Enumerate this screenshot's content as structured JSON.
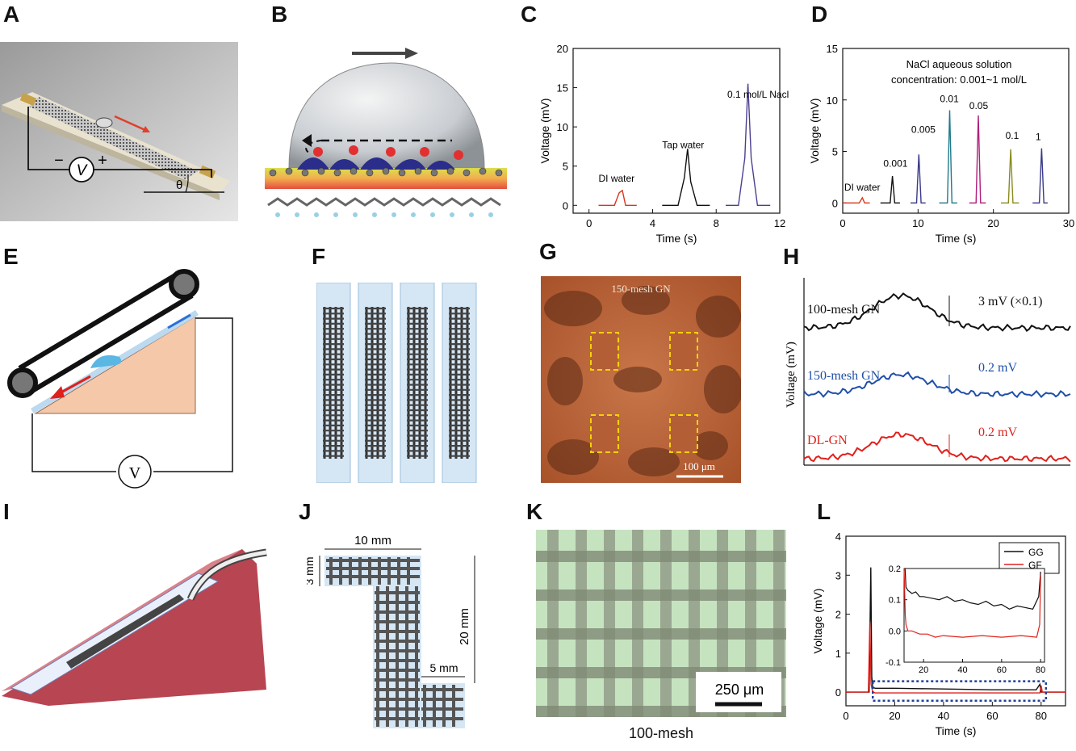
{
  "panel_letters": {
    "A": "A",
    "B": "B",
    "C": "C",
    "D": "D",
    "E": "E",
    "F": "F",
    "G": "G",
    "H": "H",
    "I": "I",
    "J": "J",
    "K": "K",
    "L": "L"
  },
  "panelA": {
    "minus": "−",
    "v": "V",
    "plus": "+",
    "theta": "θ"
  },
  "panelE": {
    "v": "V"
  },
  "panelG": {
    "label": "150-mesh GN",
    "scale": "100 μm"
  },
  "panelH": {
    "ylabel": "Voltage (mV)",
    "traces": [
      {
        "name": "100-mesh GN",
        "ann": "3 mV (×0.1)",
        "color": "#111111"
      },
      {
        "name": "150-mesh GN",
        "ann": "0.2 mV",
        "color": "#1f4fa8"
      },
      {
        "name": "DL-GN",
        "ann": "0.2 mV",
        "color": "#e0201b"
      }
    ]
  },
  "panelJ": {
    "w10": "10 mm",
    "h3": "3 mm",
    "h20": "20 mm",
    "w5": "5 mm"
  },
  "panelK": {
    "scale": "250 μm",
    "caption": "100-mesh"
  },
  "chart_data": [
    {
      "panel": "C",
      "type": "line",
      "xlabel": "Time (s)",
      "ylabel": "Voltage (mV)",
      "xlim": [
        -1,
        12
      ],
      "ylim": [
        -1,
        20
      ],
      "xticks": [
        0,
        4,
        8,
        12
      ],
      "yticks": [
        0,
        5,
        10,
        15,
        20
      ],
      "series": [
        {
          "name": "DI water",
          "color": "#d8361d",
          "label_x": 0.6,
          "label_y": 3.0,
          "x": [
            0.6,
            1.6,
            1.9,
            2.1,
            2.3,
            3.0
          ],
          "y": [
            0,
            0,
            1.6,
            1.9,
            0,
            0
          ]
        },
        {
          "name": "Tap water",
          "color": "#111111",
          "label_x": 4.6,
          "label_y": 7.3,
          "x": [
            4.6,
            5.6,
            6.0,
            6.2,
            6.4,
            6.8,
            7.6
          ],
          "y": [
            0,
            0,
            3.5,
            7.2,
            3.0,
            0,
            0
          ]
        },
        {
          "name": "0.1 mol/L Nacl",
          "color": "#4a3f91",
          "label_x": 8.7,
          "label_y": 13.7,
          "x": [
            8.6,
            9.4,
            9.8,
            10.0,
            10.2,
            10.6,
            11.4
          ],
          "y": [
            0,
            0,
            6,
            15.5,
            6,
            0,
            0
          ]
        }
      ]
    },
    {
      "panel": "D",
      "type": "line",
      "xlabel": "Time (s)",
      "ylabel": "Voltage (mV)",
      "xlim": [
        0,
        30
      ],
      "ylim": [
        -1,
        15
      ],
      "xticks": [
        0,
        10,
        20,
        30
      ],
      "yticks": [
        0,
        5,
        10,
        15
      ],
      "annotation": [
        "NaCl aqueous solution",
        "concentration: 0.001~1 mol/L"
      ],
      "series": [
        {
          "name": "DI water",
          "color": "#d8361d",
          "label_x": 0.2,
          "label_y": 1.2,
          "x": [
            0,
            2.2,
            2.6,
            2.9,
            3.6
          ],
          "y": [
            0,
            0,
            0.5,
            0,
            0
          ]
        },
        {
          "name": "0.001",
          "color": "#111111",
          "label_x": 5.4,
          "label_y": 3.5,
          "x": [
            5.0,
            6.3,
            6.6,
            6.9,
            7.6
          ],
          "y": [
            0,
            0,
            2.6,
            0,
            0
          ]
        },
        {
          "name": "0.005",
          "color": "#3a3a8a",
          "label_x": 9.1,
          "label_y": 6.8,
          "x": [
            9.0,
            9.8,
            10.1,
            10.4,
            11.0
          ],
          "y": [
            0,
            0,
            4.7,
            0,
            0
          ]
        },
        {
          "name": "0.01",
          "color": "#1f7a8c",
          "label_x": 12.9,
          "label_y": 9.8,
          "x": [
            12.8,
            13.9,
            14.2,
            14.5,
            15.2
          ],
          "y": [
            0,
            0,
            9.0,
            0,
            0
          ]
        },
        {
          "name": "0.05",
          "color": "#b01f7a",
          "label_x": 16.8,
          "label_y": 9.1,
          "x": [
            16.8,
            17.7,
            18.0,
            18.3,
            19.0
          ],
          "y": [
            0,
            0,
            8.5,
            0,
            0
          ]
        },
        {
          "name": "0.1",
          "color": "#8a8a1f",
          "label_x": 21.6,
          "label_y": 6.2,
          "x": [
            21.0,
            22.0,
            22.3,
            22.6,
            23.4
          ],
          "y": [
            0,
            0,
            5.2,
            0,
            0
          ]
        },
        {
          "name": "1",
          "color": "#3a3a8a",
          "label_x": 25.6,
          "label_y": 6.1,
          "x": [
            25.2,
            26.1,
            26.4,
            26.7,
            27.2
          ],
          "y": [
            0,
            0,
            5.3,
            0,
            0
          ]
        }
      ]
    },
    {
      "panel": "L",
      "type": "line",
      "xlabel": "Time (s)",
      "ylabel": "Voltage (mV)",
      "xlim": [
        0,
        90
      ],
      "ylim": [
        -0.35,
        4
      ],
      "xticks": [
        0,
        20,
        40,
        60,
        80
      ],
      "yticks": [
        0,
        1,
        2,
        3,
        4
      ],
      "series": [
        {
          "name": "GG",
          "color": "#111111",
          "x": [
            0,
            9.5,
            10.2,
            10.6,
            11,
            12,
            20,
            30,
            40,
            50,
            60,
            70,
            78,
            79.5,
            80,
            81,
            90
          ],
          "y": [
            0,
            0,
            3.2,
            0.4,
            0.12,
            0.1,
            0.1,
            0.09,
            0.08,
            0.07,
            0.06,
            0.06,
            0.06,
            0.2,
            0,
            0,
            0
          ]
        },
        {
          "name": "GF",
          "color": "#e0201b",
          "x": [
            0,
            9.2,
            9.8,
            10.3,
            11,
            12,
            20,
            30,
            40,
            50,
            60,
            70,
            79.5,
            80,
            80.5,
            90
          ],
          "y": [
            0,
            0,
            1.8,
            0.2,
            0,
            -0.02,
            -0.02,
            -0.02,
            -0.02,
            -0.02,
            -0.02,
            -0.02,
            -0.02,
            0.17,
            0,
            0
          ]
        }
      ],
      "inset": {
        "xlim": [
          10,
          82
        ],
        "ylim": [
          -0.1,
          0.2
        ],
        "xticks": [
          20,
          40,
          60,
          80
        ],
        "yticks": [
          -0.1,
          0.0,
          0.1,
          0.2
        ],
        "series": [
          {
            "name": "GG",
            "color": "#111111",
            "x": [
              10.5,
              11,
              12,
              14,
              16,
              18,
              20,
              24,
              28,
              32,
              36,
              40,
              44,
              48,
              52,
              56,
              60,
              64,
              68,
              72,
              76,
              79,
              80
            ],
            "y": [
              0.2,
              0.14,
              0.13,
              0.12,
              0.125,
              0.11,
              0.11,
              0.105,
              0.1,
              0.11,
              0.095,
              0.1,
              0.09,
              0.085,
              0.095,
              0.08,
              0.085,
              0.07,
              0.08,
              0.075,
              0.07,
              0.11,
              0.19
            ]
          },
          {
            "name": "GF",
            "color": "#e0201b",
            "x": [
              10,
              10.6,
              11,
              12,
              14,
              18,
              22,
              26,
              30,
              40,
              50,
              60,
              70,
              78,
              79.5,
              80
            ],
            "y": [
              0.2,
              0.05,
              0.02,
              0.0,
              0.0,
              -0.01,
              -0.01,
              -0.02,
              -0.015,
              -0.02,
              -0.015,
              -0.02,
              -0.015,
              -0.02,
              0.02,
              0.18
            ]
          }
        ]
      }
    }
  ]
}
